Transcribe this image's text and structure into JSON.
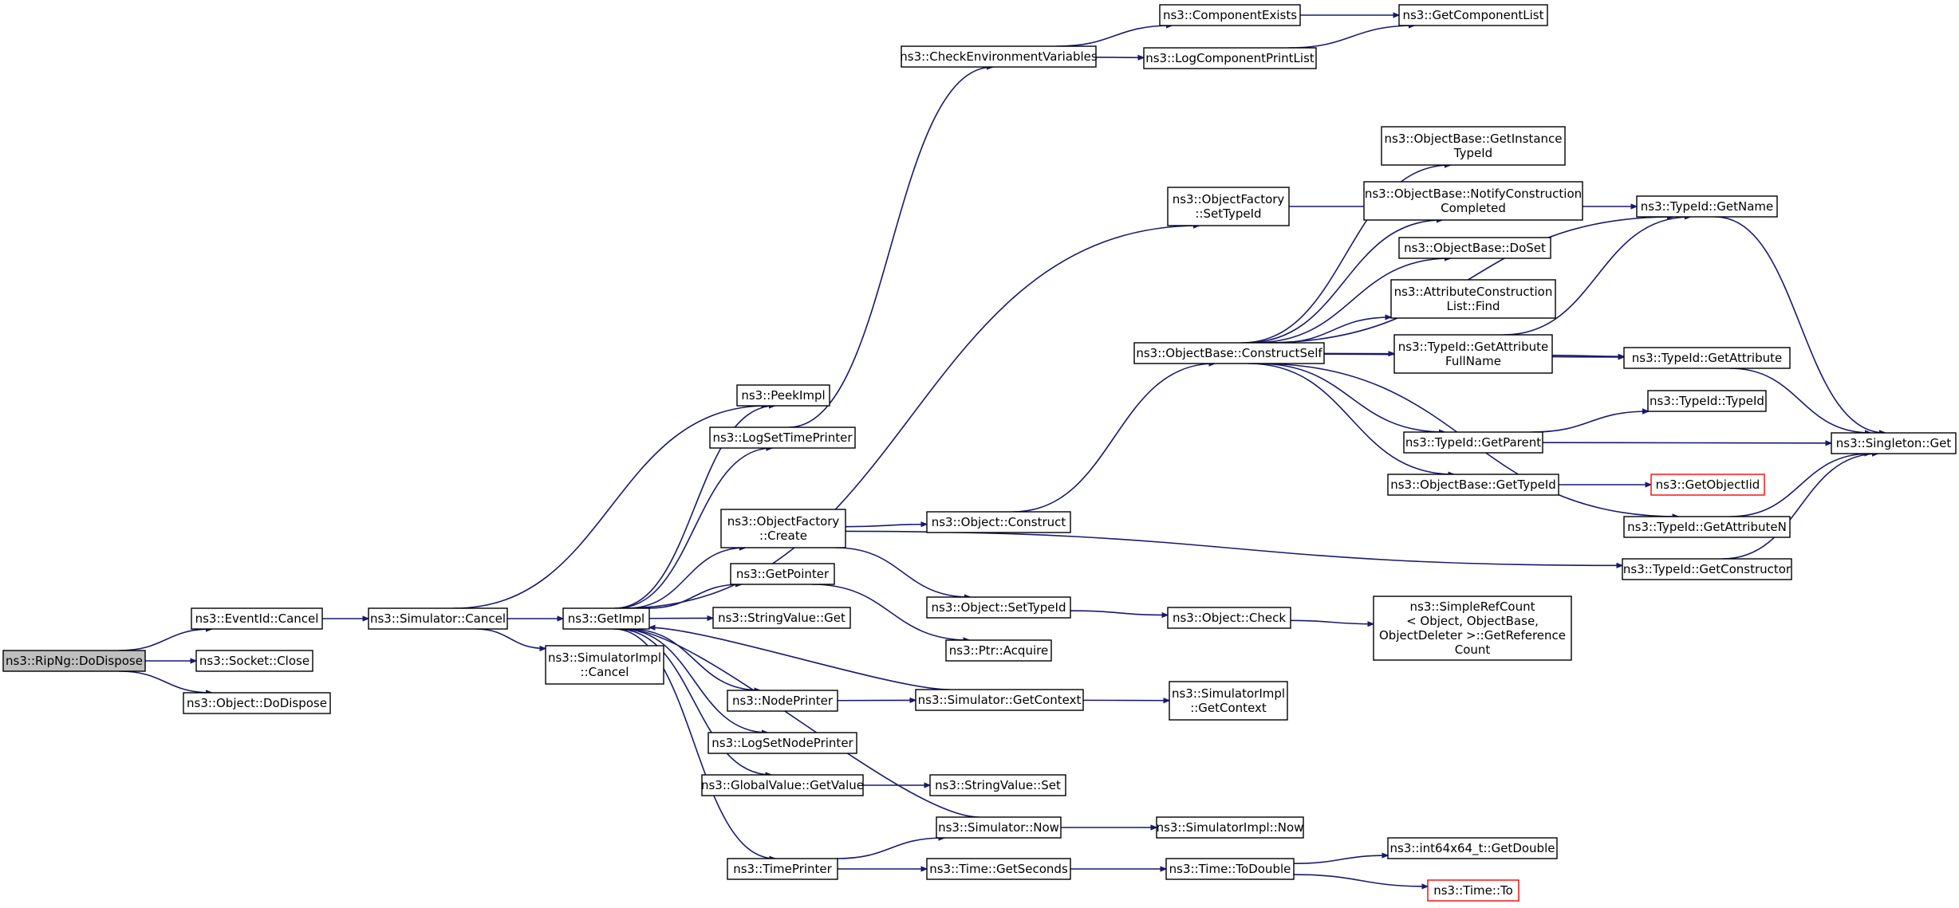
{
  "colors": {
    "edge": "#191970",
    "node_border": "#000000",
    "node_fill": "#ffffff",
    "root_fill": "#bfbfbf",
    "undocumented_border": "#ff0000"
  },
  "nodes": {
    "ripng_dodispose": {
      "lines": [
        "ns3::RipNg::DoDispose"
      ],
      "style": "root"
    },
    "eventid_cancel": {
      "lines": [
        "ns3::EventId::Cancel"
      ]
    },
    "socket_close": {
      "lines": [
        "ns3::Socket::Close"
      ]
    },
    "object_dodispose": {
      "lines": [
        "ns3::Object::DoDispose"
      ]
    },
    "simulator_cancel": {
      "lines": [
        "ns3::Simulator::Cancel"
      ]
    },
    "getimpl": {
      "lines": [
        "ns3::GetImpl"
      ]
    },
    "simulatorimpl_cancel": {
      "lines": [
        "ns3::SimulatorImpl",
        "::Cancel"
      ]
    },
    "peekimpl": {
      "lines": [
        "ns3::PeekImpl"
      ]
    },
    "logsettimeprinter": {
      "lines": [
        "ns3::LogSetTimePrinter"
      ]
    },
    "objectfactory_create": {
      "lines": [
        "ns3::ObjectFactory",
        "::Create"
      ]
    },
    "getpointer": {
      "lines": [
        "ns3::GetPointer"
      ]
    },
    "stringvalue_get": {
      "lines": [
        "ns3::StringValue::Get"
      ]
    },
    "nodeprinter": {
      "lines": [
        "ns3::NodePrinter"
      ]
    },
    "logsetnodeprinter": {
      "lines": [
        "ns3::LogSetNodePrinter"
      ]
    },
    "globalvalue_getvalue": {
      "lines": [
        "ns3::GlobalValue::GetValue"
      ]
    },
    "timeprinter": {
      "lines": [
        "ns3::TimePrinter"
      ]
    },
    "checkenvvars": {
      "lines": [
        "ns3::CheckEnvironmentVariables"
      ]
    },
    "componentexists": {
      "lines": [
        "ns3::ComponentExists"
      ]
    },
    "logcomponentprintlist": {
      "lines": [
        "ns3::LogComponentPrintList"
      ]
    },
    "getcomponentlist": {
      "lines": [
        "ns3::GetComponentList"
      ]
    },
    "objectfactory_settypeid": {
      "lines": [
        "ns3::ObjectFactory",
        "::SetTypeId"
      ]
    },
    "object_construct": {
      "lines": [
        "ns3::Object::Construct"
      ]
    },
    "object_settypeid": {
      "lines": [
        "ns3::Object::SetTypeId"
      ]
    },
    "ptr_acquire": {
      "lines": [
        "ns3::Ptr::Acquire"
      ]
    },
    "simulator_getcontext": {
      "lines": [
        "ns3::Simulator::GetContext"
      ]
    },
    "stringvalue_set": {
      "lines": [
        "ns3::StringValue::Set"
      ]
    },
    "simulator_now": {
      "lines": [
        "ns3::Simulator::Now"
      ]
    },
    "time_getseconds": {
      "lines": [
        "ns3::Time::GetSeconds"
      ]
    },
    "objectbase_constructself": {
      "lines": [
        "ns3::ObjectBase::ConstructSelf"
      ]
    },
    "object_check": {
      "lines": [
        "ns3::Object::Check"
      ]
    },
    "simulatorimpl_getcontext": {
      "lines": [
        "ns3::SimulatorImpl",
        "::GetContext"
      ]
    },
    "simulatorimpl_now": {
      "lines": [
        "ns3::SimulatorImpl::Now"
      ]
    },
    "time_todouble": {
      "lines": [
        "ns3::Time::ToDouble"
      ]
    },
    "objectbase_getinstancetypeid": {
      "lines": [
        "ns3::ObjectBase::GetInstance",
        "TypeId"
      ]
    },
    "objectbase_notifyconstruction": {
      "lines": [
        "ns3::ObjectBase::NotifyConstruction",
        "Completed"
      ]
    },
    "objectbase_doset": {
      "lines": [
        "ns3::ObjectBase::DoSet"
      ]
    },
    "attributeconstructionlist_find": {
      "lines": [
        "ns3::AttributeConstruction",
        "List::Find"
      ]
    },
    "typeid_getattributefullname": {
      "lines": [
        "ns3::TypeId::GetAttribute",
        "FullName"
      ]
    },
    "typeid_getparent": {
      "lines": [
        "ns3::TypeId::GetParent"
      ]
    },
    "objectbase_gettypeid": {
      "lines": [
        "ns3::ObjectBase::GetTypeId"
      ]
    },
    "simplerefcount_getreferencecount": {
      "lines": [
        "ns3::SimpleRefCount",
        "< Object, ObjectBase,",
        " ObjectDeleter >::GetReference",
        "Count"
      ]
    },
    "int64x64_getdouble": {
      "lines": [
        "ns3::int64x64_t::GetDouble"
      ]
    },
    "time_to": {
      "lines": [
        "ns3::Time::To"
      ],
      "style": "undocumented"
    },
    "typeid_getname": {
      "lines": [
        "ns3::TypeId::GetName"
      ]
    },
    "typeid_getattribute": {
      "lines": [
        "ns3::TypeId::GetAttribute"
      ]
    },
    "typeid_typeid": {
      "lines": [
        "ns3::TypeId::TypeId"
      ]
    },
    "getobjectiid": {
      "lines": [
        "ns3::GetObjectIid"
      ],
      "style": "undocumented"
    },
    "typeid_getattributen": {
      "lines": [
        "ns3::TypeId::GetAttributeN"
      ]
    },
    "typeid_getconstructor": {
      "lines": [
        "ns3::TypeId::GetConstructor"
      ]
    },
    "singleton_get": {
      "lines": [
        "ns3::Singleton::Get"
      ]
    }
  },
  "edges": [
    [
      "ripng_dodispose",
      "eventid_cancel"
    ],
    [
      "ripng_dodispose",
      "socket_close"
    ],
    [
      "ripng_dodispose",
      "object_dodispose"
    ],
    [
      "eventid_cancel",
      "simulator_cancel"
    ],
    [
      "simulator_cancel",
      "getimpl"
    ],
    [
      "simulator_cancel",
      "simulatorimpl_cancel"
    ],
    [
      "simulator_cancel",
      "peekimpl"
    ],
    [
      "getimpl",
      "peekimpl"
    ],
    [
      "getimpl",
      "logsettimeprinter"
    ],
    [
      "getimpl",
      "objectfactory_create"
    ],
    [
      "getimpl",
      "getpointer"
    ],
    [
      "getimpl",
      "stringvalue_get"
    ],
    [
      "getimpl",
      "nodeprinter"
    ],
    [
      "getimpl",
      "logsetnodeprinter"
    ],
    [
      "getimpl",
      "globalvalue_getvalue"
    ],
    [
      "getimpl",
      "timeprinter"
    ],
    [
      "getimpl",
      "objectfactory_settypeid"
    ],
    [
      "logsettimeprinter",
      "checkenvvars"
    ],
    [
      "checkenvvars",
      "componentexists"
    ],
    [
      "checkenvvars",
      "logcomponentprintlist"
    ],
    [
      "componentexists",
      "getcomponentlist"
    ],
    [
      "logcomponentprintlist",
      "getcomponentlist"
    ],
    [
      "objectfactory_settypeid",
      "typeid_getname"
    ],
    [
      "objectfactory_create",
      "object_construct"
    ],
    [
      "objectfactory_create",
      "object_settypeid"
    ],
    [
      "objectfactory_create",
      "typeid_getconstructor"
    ],
    [
      "object_construct",
      "objectbase_constructself"
    ],
    [
      "getpointer",
      "ptr_acquire"
    ],
    [
      "object_settypeid",
      "object_check"
    ],
    [
      "object_check",
      "simplerefcount_getreferencecount"
    ],
    [
      "nodeprinter",
      "simulator_getcontext"
    ],
    [
      "simulator_getcontext",
      "getimpl"
    ],
    [
      "simulator_getcontext",
      "simulatorimpl_getcontext"
    ],
    [
      "globalvalue_getvalue",
      "stringvalue_set"
    ],
    [
      "timeprinter",
      "simulator_now"
    ],
    [
      "timeprinter",
      "time_getseconds"
    ],
    [
      "simulator_now",
      "getimpl"
    ],
    [
      "simulator_now",
      "simulatorimpl_now"
    ],
    [
      "time_getseconds",
      "time_todouble"
    ],
    [
      "time_todouble",
      "int64x64_getdouble"
    ],
    [
      "time_todouble",
      "time_to"
    ],
    [
      "objectbase_constructself",
      "objectbase_getinstancetypeid"
    ],
    [
      "objectbase_constructself",
      "objectbase_notifyconstruction"
    ],
    [
      "objectbase_constructself",
      "objectbase_doset"
    ],
    [
      "objectbase_constructself",
      "attributeconstructionlist_find"
    ],
    [
      "objectbase_constructself",
      "typeid_getattributefullname"
    ],
    [
      "objectbase_constructself",
      "typeid_getattribute"
    ],
    [
      "objectbase_constructself",
      "typeid_getparent"
    ],
    [
      "objectbase_constructself",
      "objectbase_gettypeid"
    ],
    [
      "objectbase_constructself",
      "typeid_getattributen"
    ],
    [
      "objectbase_constructself",
      "typeid_getname"
    ],
    [
      "typeid_getattributefullname",
      "typeid_getname"
    ],
    [
      "typeid_getattributefullname",
      "typeid_getattribute"
    ],
    [
      "typeid_getparent",
      "typeid_typeid"
    ],
    [
      "typeid_getparent",
      "singleton_get"
    ],
    [
      "objectbase_gettypeid",
      "getobjectiid"
    ],
    [
      "typeid_getname",
      "singleton_get"
    ],
    [
      "typeid_getattribute",
      "singleton_get"
    ],
    [
      "typeid_getattributen",
      "singleton_get"
    ],
    [
      "typeid_getconstructor",
      "singleton_get"
    ]
  ]
}
